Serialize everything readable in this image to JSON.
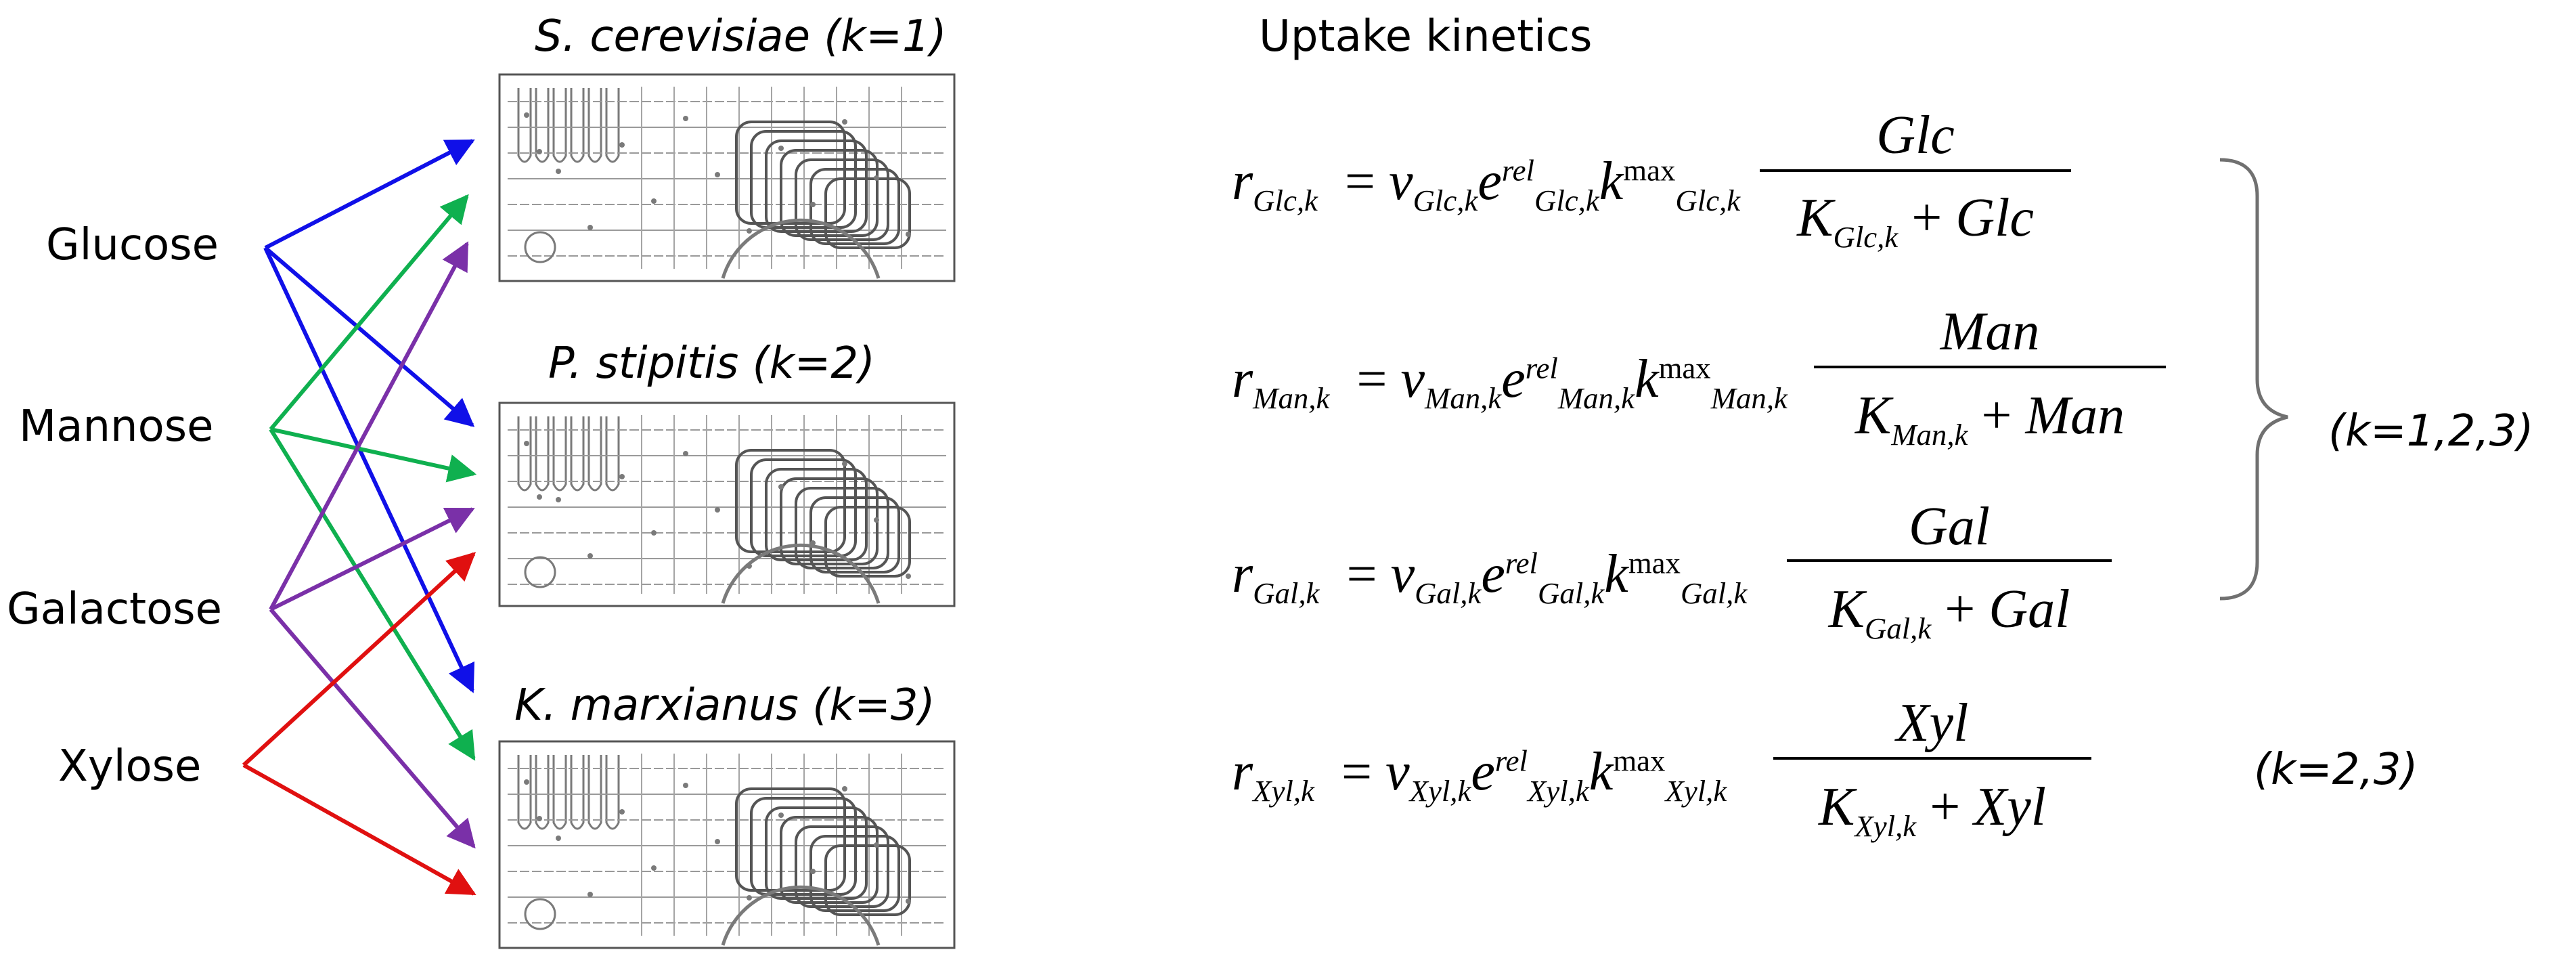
{
  "colors": {
    "glucose": "#1010e8",
    "mannose": "#0fb04f",
    "galactose": "#7a30a8",
    "xylose": "#e01010",
    "map_line": "#7a7a7a",
    "bracket": "#707070"
  },
  "sugars": [
    {
      "id": "glc",
      "label": "Glucose"
    },
    {
      "id": "man",
      "label": "Mannose"
    },
    {
      "id": "gal",
      "label": "Galactose"
    },
    {
      "id": "xyl",
      "label": "Xylose"
    }
  ],
  "organisms": [
    {
      "title": "S. cerevisiae (k=1)"
    },
    {
      "title": "P. stipitis (k=2)"
    },
    {
      "title": "K. marxianus (k=3)"
    }
  ],
  "uptake": {
    "title": "Uptake kinetics",
    "range_all": "(k=1,2,3)",
    "range_xyl": "(k=2,3)",
    "equations": [
      {
        "r": "r",
        "sub": "Glc",
        "v": "v",
        "e": "e",
        "sup": "rel",
        "kmax": "k",
        "max": "max",
        "num": "Glc",
        "K": "K",
        "plus": "+"
      },
      {
        "r": "r",
        "sub": "Man",
        "v": "v",
        "e": "e",
        "sup": "rel",
        "kmax": "k",
        "max": "max",
        "num": "Man",
        "K": "K",
        "plus": "+"
      },
      {
        "r": "r",
        "sub": "Gal",
        "v": "v",
        "e": "e",
        "sup": "rel",
        "kmax": "k",
        "max": "max",
        "num": "Gal",
        "K": "K",
        "plus": "+"
      },
      {
        "r": "r",
        "sub": "Xyl",
        "v": "v",
        "e": "e",
        "sup": "rel",
        "kmax": "k",
        "max": "max",
        "num": "Xyl",
        "K": "K",
        "plus": "+"
      }
    ]
  },
  "arrows": [
    {
      "from": "glc",
      "to": 0
    },
    {
      "from": "glc",
      "to": 1
    },
    {
      "from": "glc",
      "to": 2
    },
    {
      "from": "man",
      "to": 0
    },
    {
      "from": "man",
      "to": 1
    },
    {
      "from": "man",
      "to": 2
    },
    {
      "from": "gal",
      "to": 0
    },
    {
      "from": "gal",
      "to": 1
    },
    {
      "from": "gal",
      "to": 2
    },
    {
      "from": "xyl",
      "to": 1
    },
    {
      "from": "xyl",
      "to": 2
    }
  ]
}
